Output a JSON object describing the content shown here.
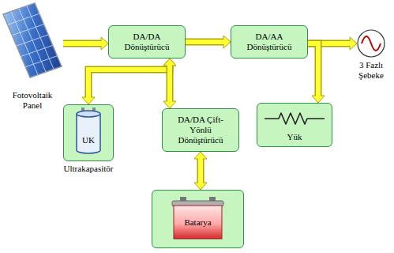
{
  "diagram": {
    "nodes": [
      {
        "text": [
          "Fotovoltaik Panel"
        ]
      },
      {
        "text": [
          "DA/DA Dönüştürücü"
        ]
      },
      {
        "text": [
          "DA/AA Dönüştürücü"
        ]
      },
      {
        "text": [
          "3 Fazlı Şebeke"
        ]
      },
      {
        "text": [
          "UK",
          "Ultrakapasitör"
        ]
      },
      {
        "text": [
          "DA/DA Çift-Yönlü Dönüştürücü"
        ]
      },
      {
        "text": [
          "Yük"
        ]
      },
      {
        "text": [
          "Batarya"
        ]
      }
    ],
    "edges": [
      {
        "from": 0,
        "to": 1,
        "arrow": "to"
      },
      {
        "from": 1,
        "to": 2,
        "arrow": "to"
      },
      {
        "from": 2,
        "to": 3,
        "arrow": "to"
      },
      {
        "from": 2,
        "to": 6,
        "arrow": "to"
      },
      {
        "from": 1,
        "to": 4,
        "arrow": "both"
      },
      {
        "from": 1,
        "to": 5,
        "arrow": "both"
      },
      {
        "from": 5,
        "to": 7,
        "arrow": "both"
      }
    ]
  }
}
